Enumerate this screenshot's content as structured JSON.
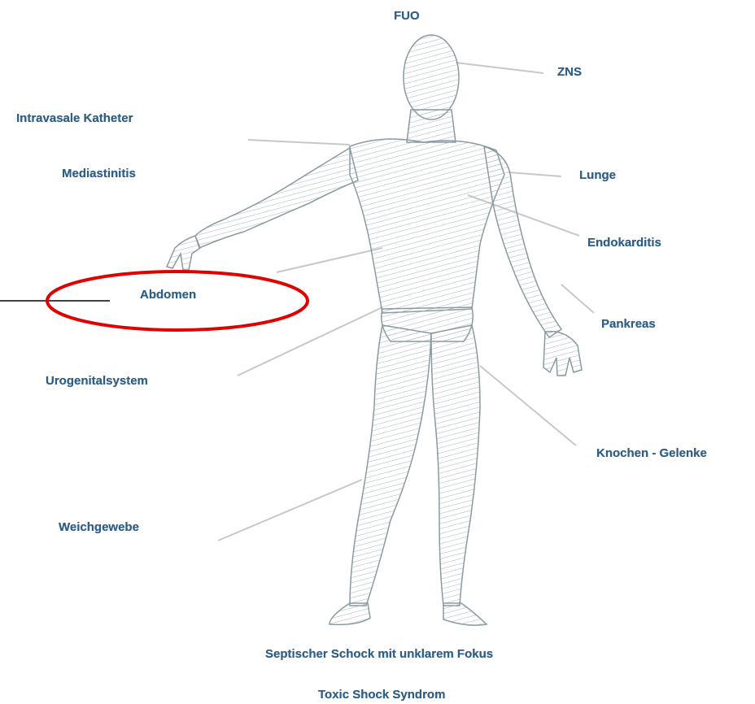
{
  "labels": {
    "fuo": "FUO",
    "zns": "ZNS",
    "intravasale": "Intravasale Katheter",
    "mediastinitis": "Mediastinitis",
    "lunge": "Lunge",
    "endokarditis": "Endokarditis",
    "abdomen": "Abdomen",
    "pankreas": "Pankreas",
    "urogenital": "Urogenitalsystem",
    "knochen": "Knochen - Gelenke",
    "weichgewebe": "Weichgewebe",
    "septischer": "Septischer Schock mit unklarem Fokus",
    "toxic": "Toxic Shock Syndrom"
  },
  "colors": {
    "label": "#2f5e86",
    "highlight_ellipse": "#e00000",
    "leader_lines": "#c8c8c8",
    "figure_stroke": "#8a9aa0"
  },
  "highlighted": "Abdomen"
}
